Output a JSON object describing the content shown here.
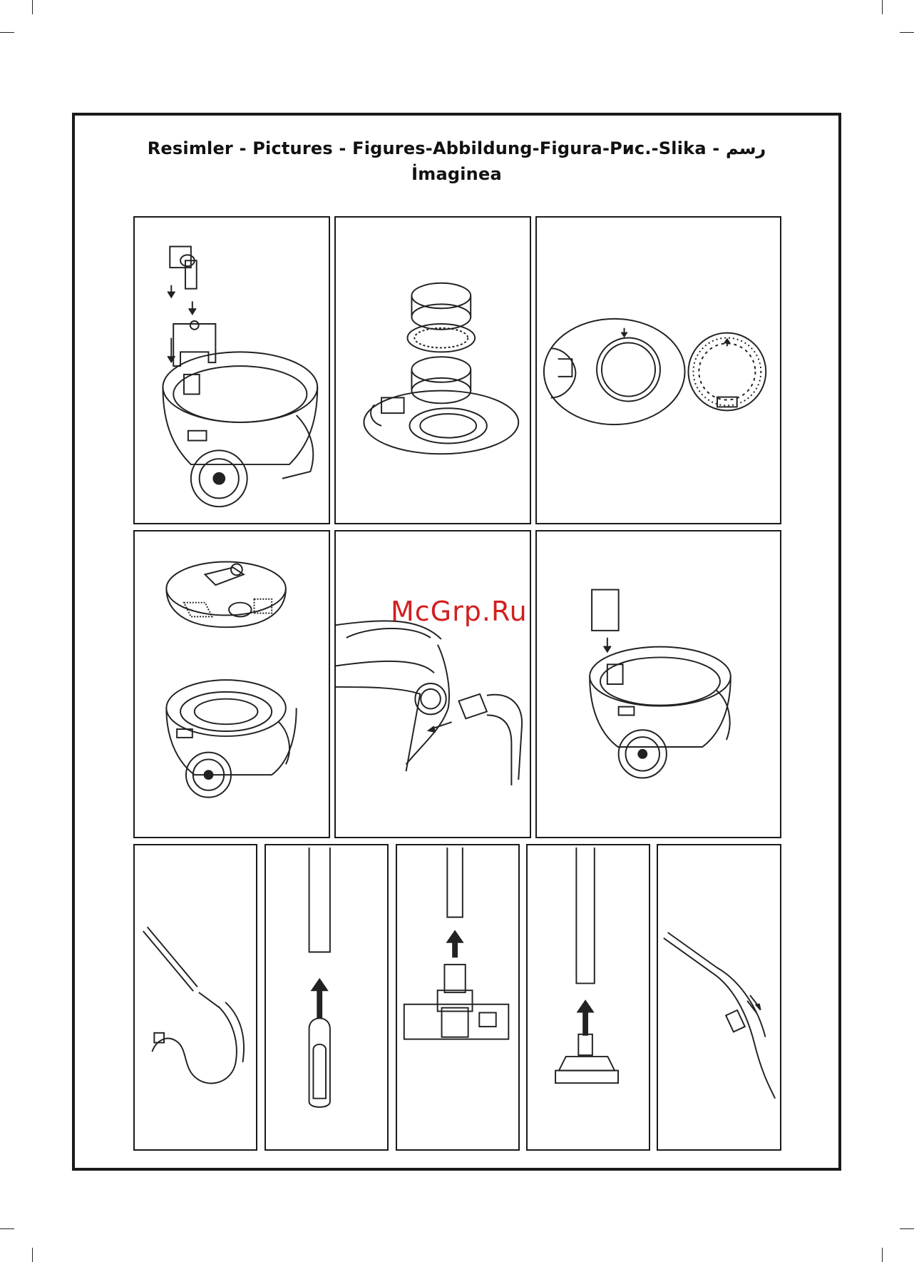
{
  "header": {
    "title_line1": "Resimler - Pictures - Figures-Abbildung-Figura-Рис.-Slika - رسم",
    "title_line2": "İmaginea"
  },
  "watermark": {
    "text": "McGrp.Ru",
    "color": "#d21f1f"
  },
  "figures": [
    {
      "name": "figure-dust-container-assembly",
      "icon": "vacuum-body-icon"
    },
    {
      "name": "figure-filter-rings",
      "icon": "filter-stack-icon"
    },
    {
      "name": "figure-filter-plate-top-view",
      "icon": "filter-plate-icon"
    },
    {
      "name": "figure-lid-on-body",
      "icon": "vacuum-lid-icon"
    },
    {
      "name": "figure-hose-insertion",
      "icon": "hose-connector-icon"
    },
    {
      "name": "figure-bag-insertion",
      "icon": "dust-bag-icon"
    },
    {
      "name": "figure-hose-and-wand",
      "icon": "hose-wand-icon"
    },
    {
      "name": "figure-crevice-nozzle",
      "icon": "crevice-nozzle-icon"
    },
    {
      "name": "figure-floor-brush",
      "icon": "floor-brush-icon"
    },
    {
      "name": "figure-upholstery-nozzle",
      "icon": "upholstery-nozzle-icon"
    },
    {
      "name": "figure-handle-suction-control",
      "icon": "handle-slider-icon"
    }
  ]
}
